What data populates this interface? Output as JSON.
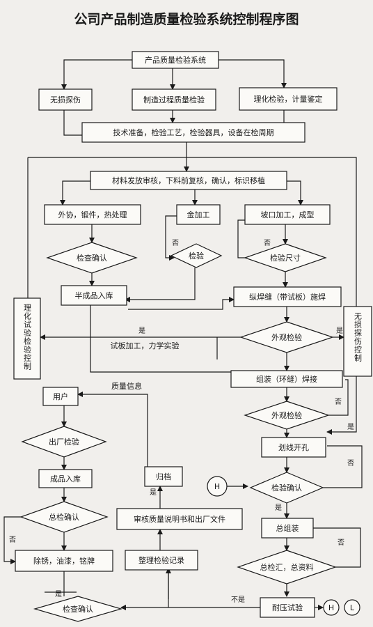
{
  "title": "公司产品制造质量检验系统控制程序图",
  "nodes": {
    "root": "产品质量检验系统",
    "ndt": "无损探伤",
    "process_insp": "制造过程质量检验",
    "phys_chem": "理化检验，计量鉴定",
    "tech_prep": "技术准备，检验工艺，检验器具，设备在检周期",
    "material": "材料发放审核，下料前复核，确认，标识移植",
    "outsource": "外协，锻件，热处理",
    "metalwork": "金加工",
    "bevel": "坡口加工，成型",
    "check_confirm": "检查确认",
    "inspect": "检验",
    "inspect_size": "检验尺寸",
    "semi_store": "半成品入库",
    "long_weld": "纵焊缝（带试板）施焊",
    "visual1": "外观检验",
    "test_plate": "试板加工，力学实验",
    "assembly_weld": "组装（环缝）焊接",
    "visual2": "外观检验",
    "user": "用户",
    "quality_info": "质量信息",
    "exit_check": "出厂检验",
    "finished_store": "成品入库",
    "final_confirm": "总检确认",
    "rust_paint": "除锈，油漆，铭牌",
    "archive": "归档",
    "review_docs": "审核质量说明书和出厂文件",
    "organize_records": "整理检验记录",
    "check_confirm2": "检查确认",
    "marking": "划线开孔",
    "insp_confirm": "检验确认",
    "final_assembly": "总组装",
    "summary": "总检汇，总资料",
    "pressure_test": "耐压试验",
    "phys_test_ctrl": "理化试验检验控制",
    "ndt_ctrl": "无损探伤控制"
  },
  "edge_labels": {
    "yes": "是",
    "no": "否",
    "not_yes": "不是"
  },
  "circles": {
    "h": "H",
    "l": "L"
  }
}
